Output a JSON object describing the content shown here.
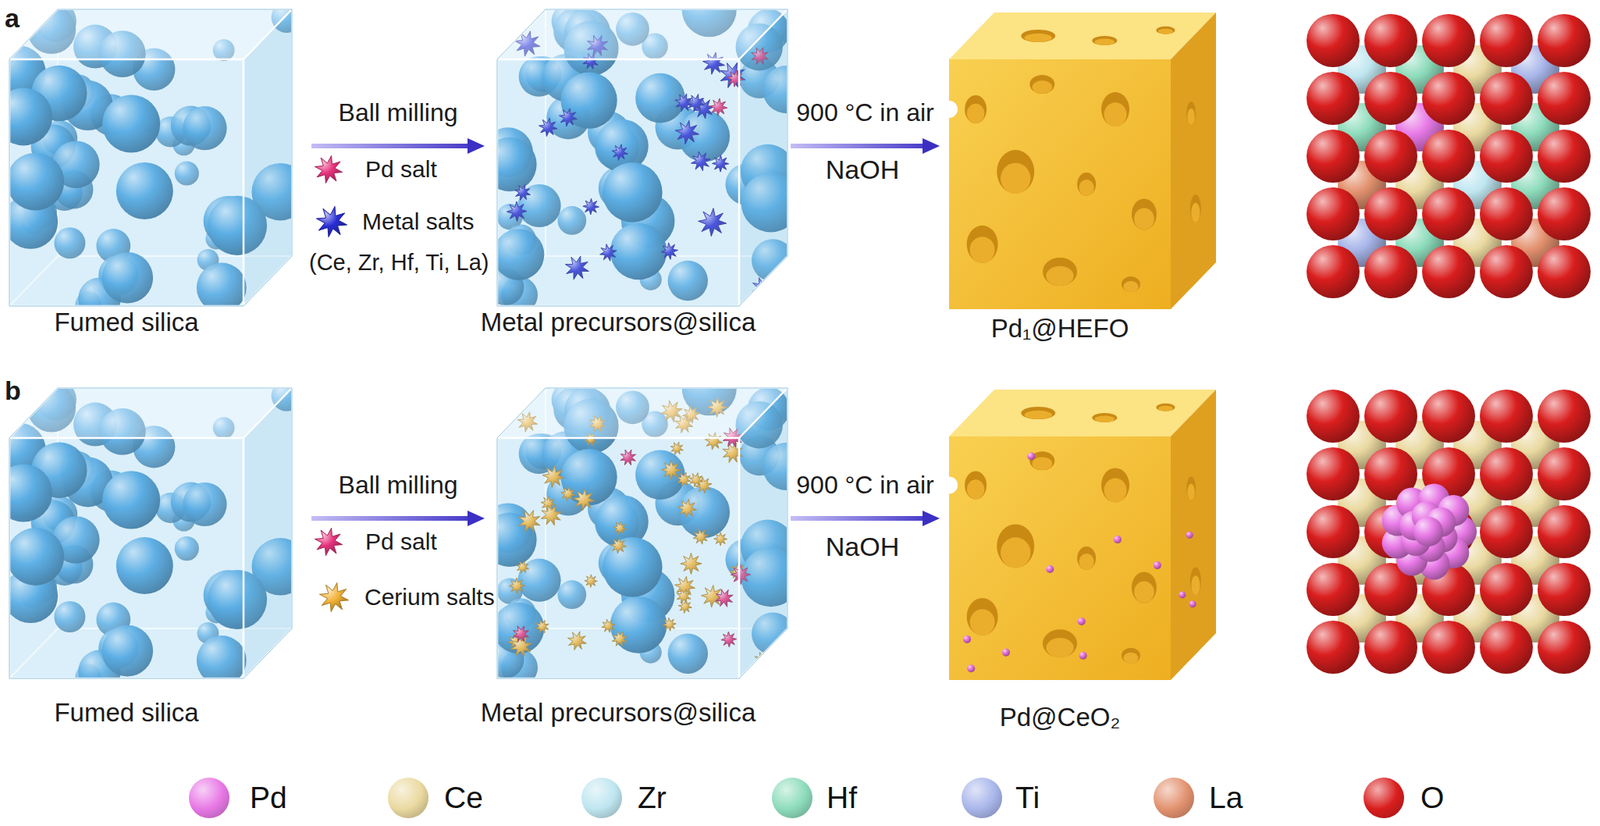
{
  "diagram": {
    "nodes": [
      {
        "text": [
          "Fumed silica"
        ]
      },
      {
        "text": [
          "Metal precursors@silica"
        ]
      },
      {
        "text": [
          "Pd₁@HEFO"
        ]
      },
      {
        "text": [
          "Fumed silica"
        ]
      },
      {
        "text": [
          "Metal precursors@silica"
        ]
      },
      {
        "text": [
          "Pd@CeO₂"
        ]
      }
    ],
    "edges": [
      {
        "from": 0,
        "to": 1,
        "label": "Ball milling",
        "arrow": "to"
      },
      {
        "from": 1,
        "to": 2,
        "label": "900 °C in air",
        "arrow": "to"
      },
      {
        "from": 3,
        "to": 4,
        "label": "Ball milling",
        "arrow": "to"
      },
      {
        "from": 4,
        "to": 5,
        "label": "900 °C in air",
        "arrow": "to"
      }
    ],
    "labels": [
      "a",
      "Pd salt",
      "Metal salts",
      "(Ce, Zr, Hf, Ti, La)",
      "NaOH",
      "b",
      "Pd salt",
      "Cerium salts",
      "NaOH"
    ],
    "legend": [
      {
        "text": "Pd",
        "color": "#e879e6"
      },
      {
        "text": "Ce",
        "color": "#ead9a0"
      },
      {
        "text": "Zr",
        "color": "#bfe6f0"
      },
      {
        "text": "Hf",
        "color": "#8edcbc"
      },
      {
        "text": "Ti",
        "color": "#a8b6ea"
      },
      {
        "text": "La",
        "color": "#e3926f"
      },
      {
        "text": "O",
        "color": "#d91e1e"
      }
    ]
  }
}
